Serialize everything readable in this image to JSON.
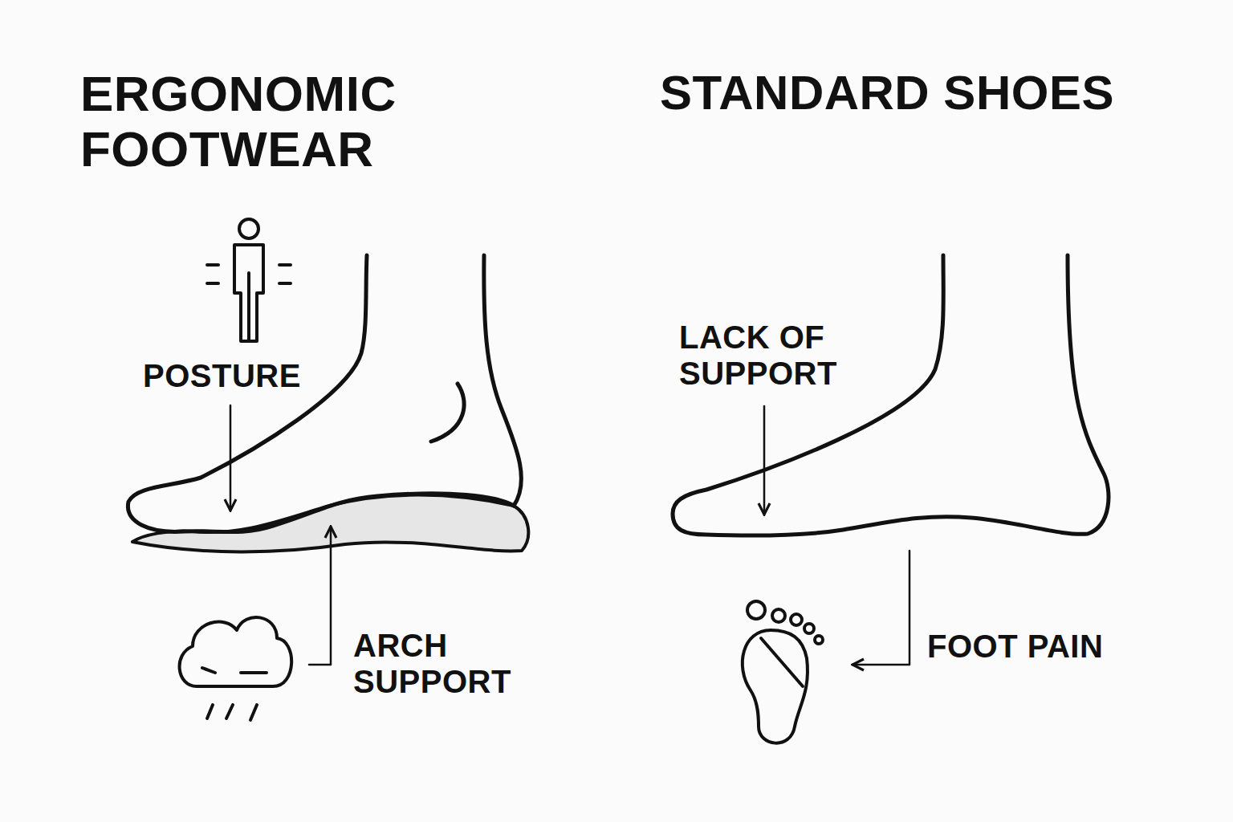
{
  "diagram": {
    "labels": [
      "ERGONOMIC FOOTWEAR",
      "STANDARD SHOES",
      "POSTURE",
      "ARCH SUPPORT",
      "LACK OF SUPPORT",
      "FOOT PAIN"
    ]
  }
}
